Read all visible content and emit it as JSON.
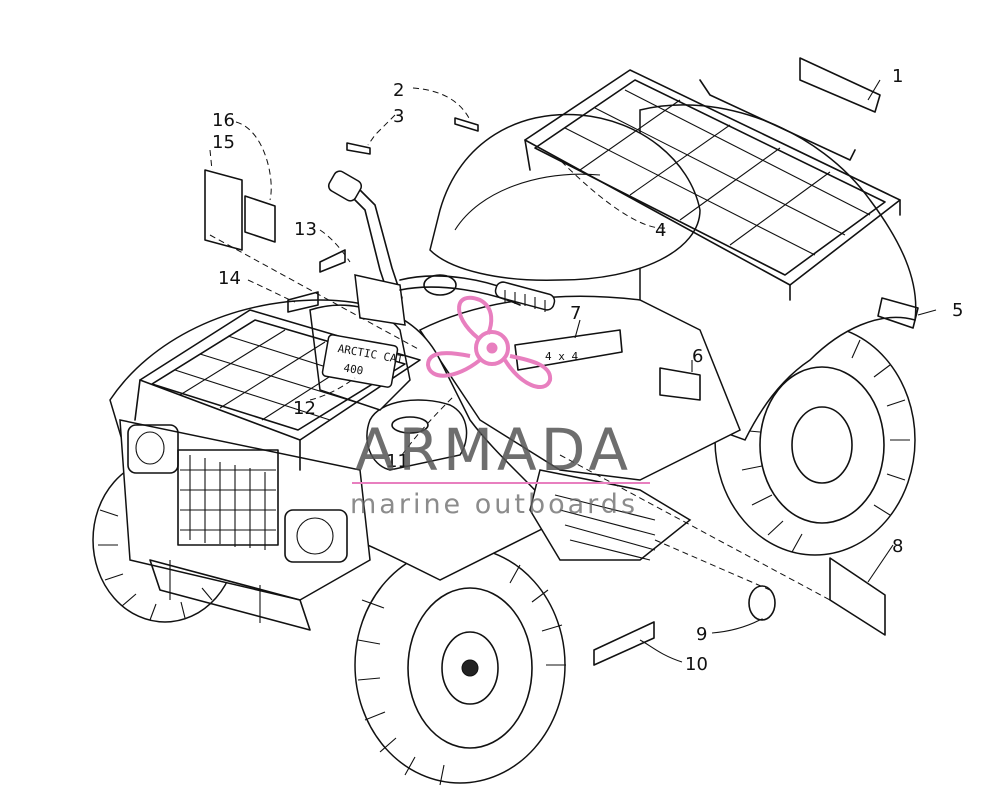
{
  "callouts": [
    {
      "id": "1",
      "label": "1"
    },
    {
      "id": "2",
      "label": "2"
    },
    {
      "id": "3",
      "label": "3"
    },
    {
      "id": "4",
      "label": "4"
    },
    {
      "id": "5",
      "label": "5"
    },
    {
      "id": "6",
      "label": "6"
    },
    {
      "id": "7",
      "label": "7"
    },
    {
      "id": "8",
      "label": "8"
    },
    {
      "id": "9",
      "label": "9"
    },
    {
      "id": "10",
      "label": "10"
    },
    {
      "id": "11",
      "label": "11"
    },
    {
      "id": "12",
      "label": "12"
    },
    {
      "id": "13",
      "label": "13"
    },
    {
      "id": "14",
      "label": "14"
    },
    {
      "id": "15",
      "label": "15"
    },
    {
      "id": "16",
      "label": "16"
    }
  ],
  "watermark": {
    "brand": "ARMADA",
    "tagline": "marine outboards",
    "logo_color": "#e87fbf",
    "text_color": "#555555"
  },
  "decals": {
    "hood_brand": "ARCTIC CAT",
    "hood_model": "400",
    "side_model": "4 x 4"
  }
}
